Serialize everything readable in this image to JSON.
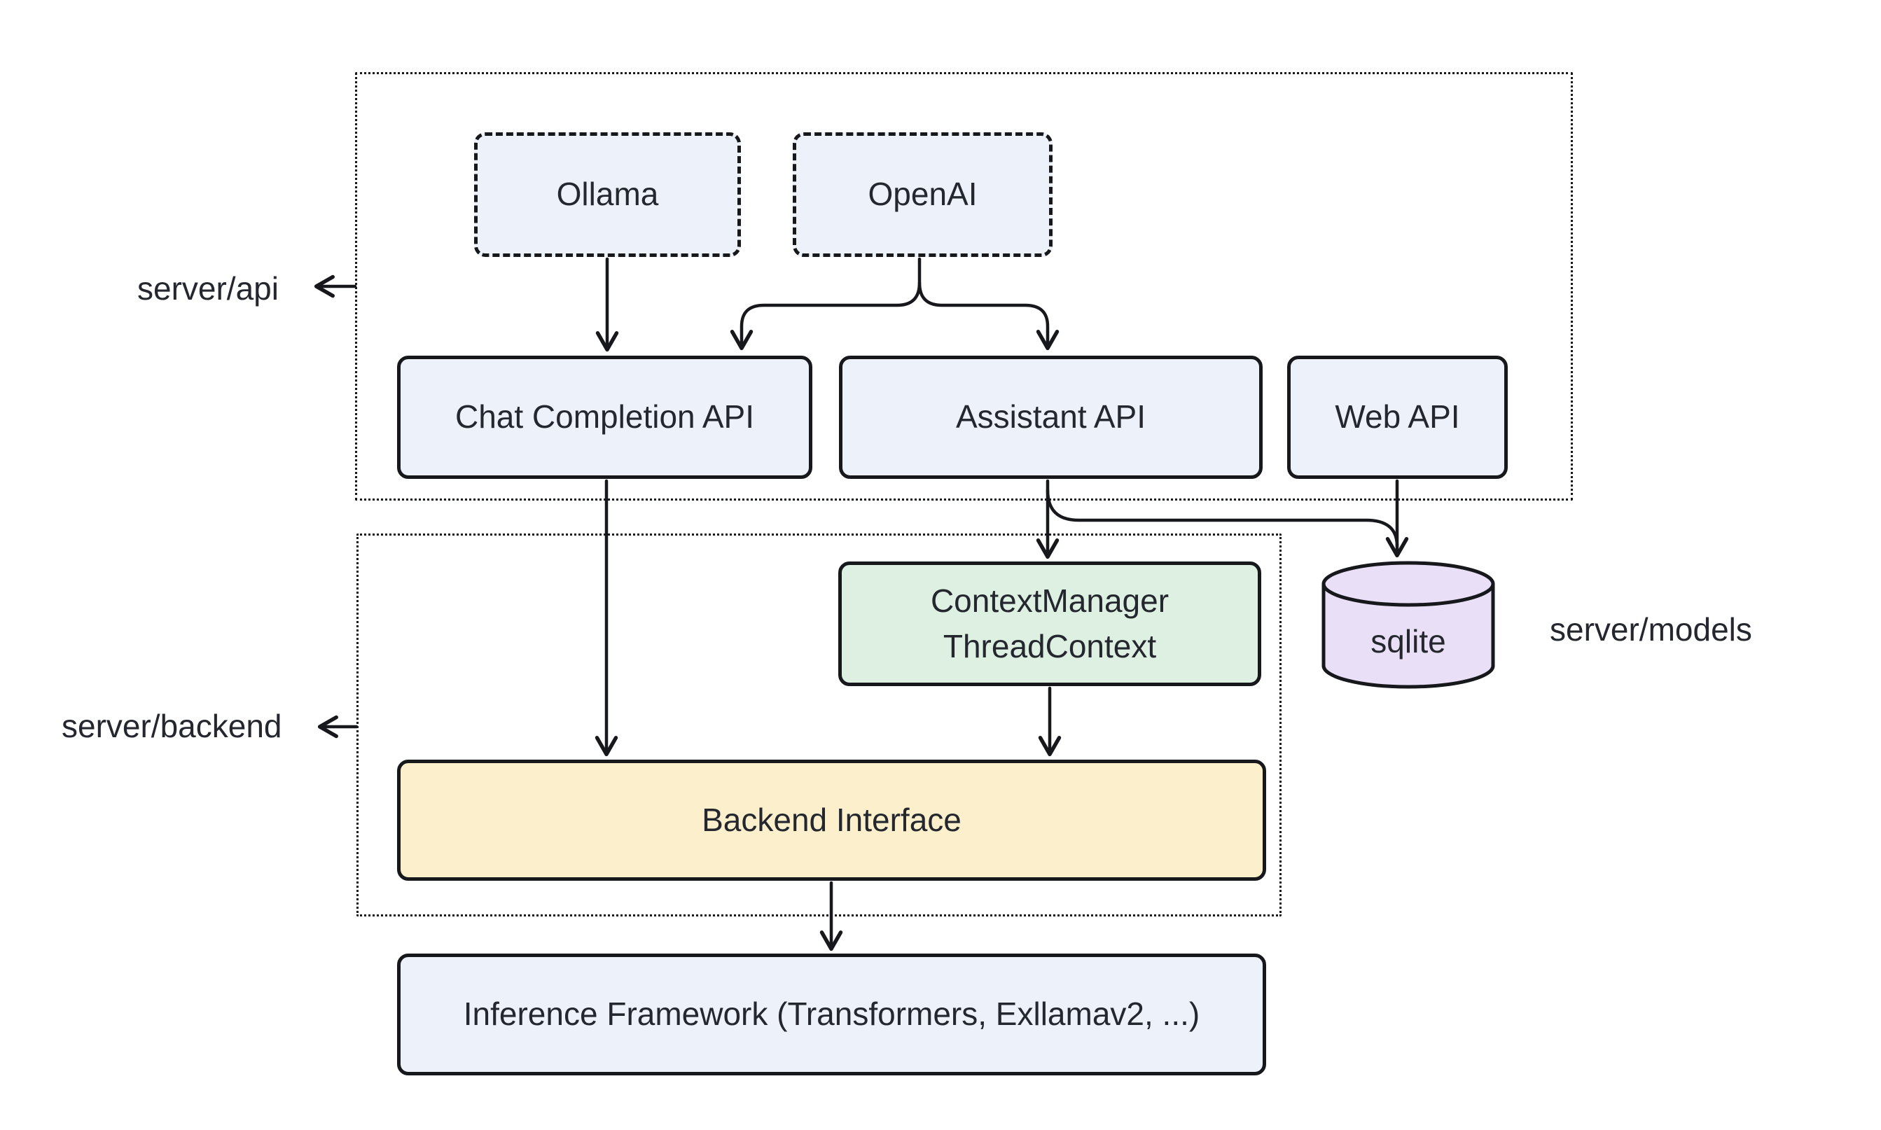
{
  "diagram": {
    "groups": [
      {
        "id": "server-api",
        "label": "server/api"
      },
      {
        "id": "server-backend",
        "label": "server/backend"
      }
    ],
    "side_labels": {
      "models": "server/models"
    },
    "nodes": {
      "ollama": "Ollama",
      "openai": "OpenAI",
      "chat_completion_api": "Chat Completion API",
      "assistant_api": "Assistant API",
      "web_api": "Web API",
      "context_manager_line1": "ContextManager",
      "context_manager_line2": "ThreadContext",
      "backend_interface": "Backend Interface",
      "inference_framework": "Inference Framework (Transformers, Exllamav2, ...)",
      "sqlite": "sqlite"
    },
    "edges": [
      {
        "from": "Ollama",
        "to": "Chat Completion API"
      },
      {
        "from": "OpenAI",
        "to": "Chat Completion API"
      },
      {
        "from": "OpenAI",
        "to": "Assistant API"
      },
      {
        "from": "Chat Completion API",
        "to": "Backend Interface"
      },
      {
        "from": "Assistant API",
        "to": "ContextManager ThreadContext"
      },
      {
        "from": "Assistant API",
        "to": "sqlite"
      },
      {
        "from": "Web API",
        "to": "sqlite"
      },
      {
        "from": "ContextManager ThreadContext",
        "to": "Backend Interface"
      },
      {
        "from": "Backend Interface",
        "to": "Inference Framework (Transformers, Exllamav2, ...)"
      }
    ],
    "colors": {
      "node_blue": "#edf1fa",
      "node_green": "#ddf0e2",
      "node_yellow": "#fcf0cc",
      "node_purple": "#e9dff6",
      "stroke": "#17181c",
      "text": "#24272e",
      "canvas_bg": "#ffffff"
    }
  }
}
